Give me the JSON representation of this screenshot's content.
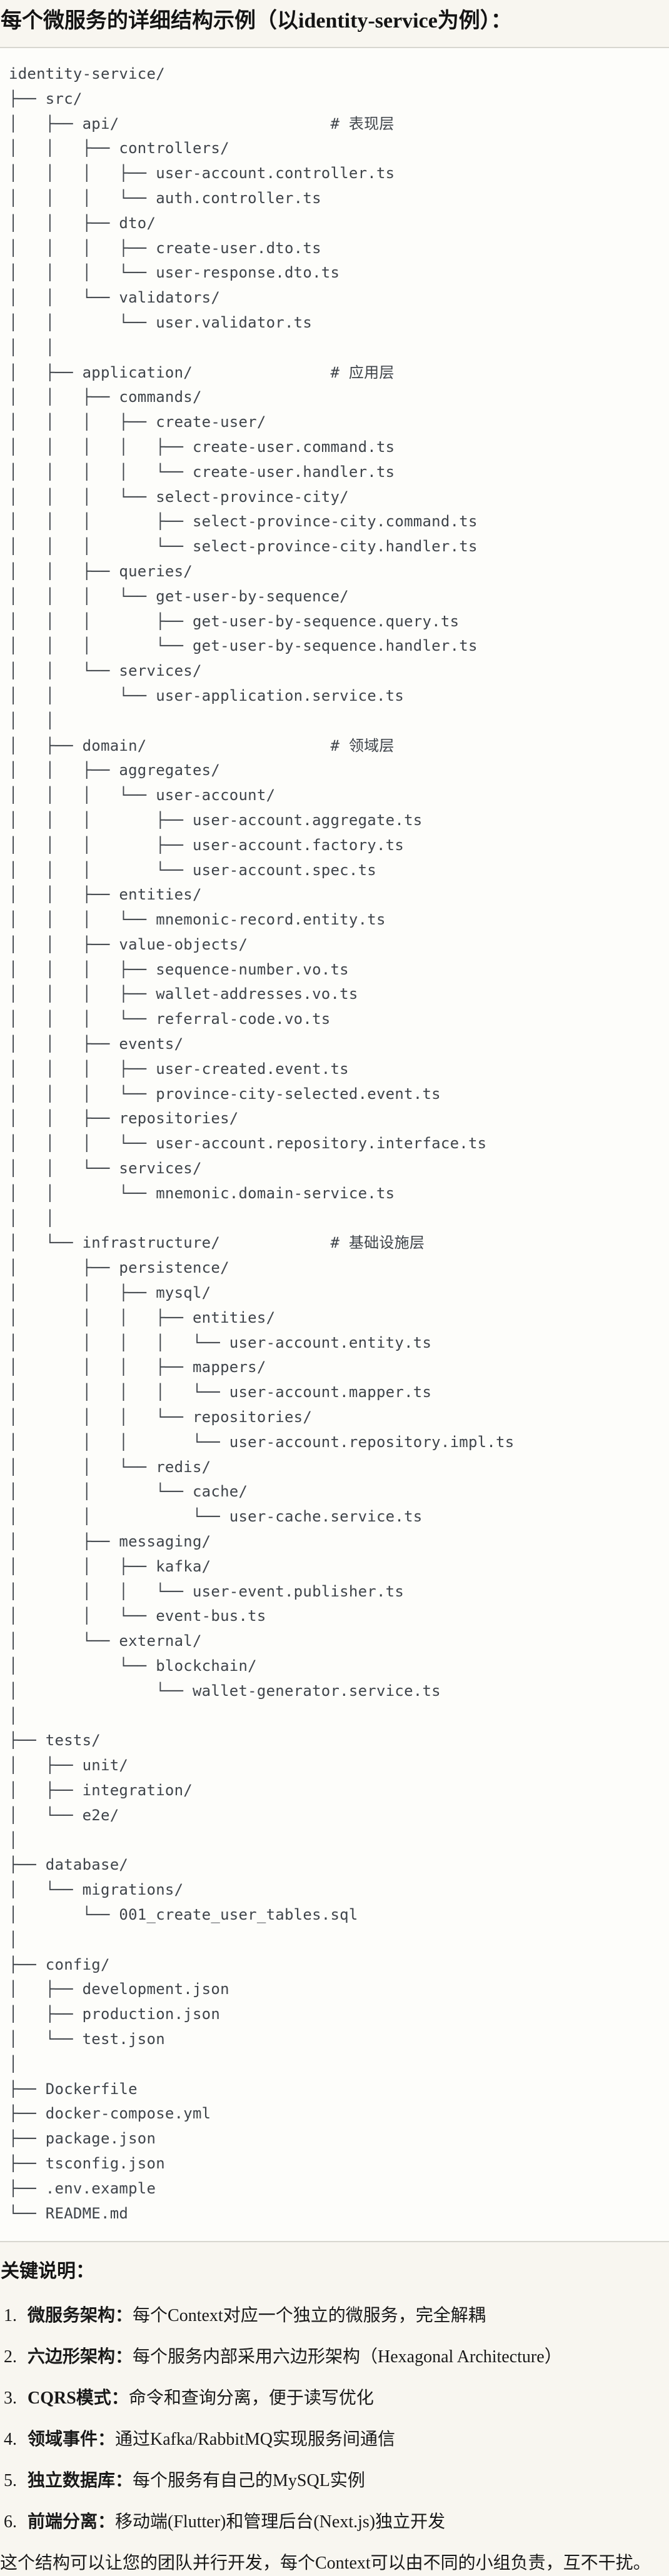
{
  "page": {
    "title": "每个微服务的详细结构示例（以identity-service为例）："
  },
  "tree": {
    "lines": [
      "identity-service/",
      "├── src/",
      "│   ├── api/                       # 表现层",
      "│   │   ├── controllers/",
      "│   │   │   ├── user-account.controller.ts",
      "│   │   │   └── auth.controller.ts",
      "│   │   ├── dto/",
      "│   │   │   ├── create-user.dto.ts",
      "│   │   │   └── user-response.dto.ts",
      "│   │   └── validators/",
      "│   │       └── user.validator.ts",
      "│   │",
      "│   ├── application/               # 应用层",
      "│   │   ├── commands/",
      "│   │   │   ├── create-user/",
      "│   │   │   │   ├── create-user.command.ts",
      "│   │   │   │   └── create-user.handler.ts",
      "│   │   │   └── select-province-city/",
      "│   │   │       ├── select-province-city.command.ts",
      "│   │   │       └── select-province-city.handler.ts",
      "│   │   ├── queries/",
      "│   │   │   └── get-user-by-sequence/",
      "│   │   │       ├── get-user-by-sequence.query.ts",
      "│   │   │       └── get-user-by-sequence.handler.ts",
      "│   │   └── services/",
      "│   │       └── user-application.service.ts",
      "│   │",
      "│   ├── domain/                    # 领域层",
      "│   │   ├── aggregates/",
      "│   │   │   └── user-account/",
      "│   │   │       ├── user-account.aggregate.ts",
      "│   │   │       ├── user-account.factory.ts",
      "│   │   │       └── user-account.spec.ts",
      "│   │   ├── entities/",
      "│   │   │   └── mnemonic-record.entity.ts",
      "│   │   ├── value-objects/",
      "│   │   │   ├── sequence-number.vo.ts",
      "│   │   │   ├── wallet-addresses.vo.ts",
      "│   │   │   └── referral-code.vo.ts",
      "│   │   ├── events/",
      "│   │   │   ├── user-created.event.ts",
      "│   │   │   └── province-city-selected.event.ts",
      "│   │   ├── repositories/",
      "│   │   │   └── user-account.repository.interface.ts",
      "│   │   └── services/",
      "│   │       └── mnemonic.domain-service.ts",
      "│   │",
      "│   └── infrastructure/            # 基础设施层",
      "│       ├── persistence/",
      "│       │   ├── mysql/",
      "│       │   │   ├── entities/",
      "│       │   │   │   └── user-account.entity.ts",
      "│       │   │   ├── mappers/",
      "│       │   │   │   └── user-account.mapper.ts",
      "│       │   │   └── repositories/",
      "│       │   │       └── user-account.repository.impl.ts",
      "│       │   └── redis/",
      "│       │       └── cache/",
      "│       │           └── user-cache.service.ts",
      "│       ├── messaging/",
      "│       │   ├── kafka/",
      "│       │   │   └── user-event.publisher.ts",
      "│       │   └── event-bus.ts",
      "│       └── external/",
      "│           └── blockchain/",
      "│               └── wallet-generator.service.ts",
      "│",
      "├── tests/",
      "│   ├── unit/",
      "│   ├── integration/",
      "│   └── e2e/",
      "│",
      "├── database/",
      "│   └── migrations/",
      "│       └── 001_create_user_tables.sql",
      "│",
      "├── config/",
      "│   ├── development.json",
      "│   ├── production.json",
      "│   └── test.json",
      "│",
      "├── Dockerfile",
      "├── docker-compose.yml",
      "├── package.json",
      "├── tsconfig.json",
      "├── .env.example",
      "└── README.md"
    ]
  },
  "notes": {
    "heading": "关键说明：",
    "items": [
      {
        "num": "1.",
        "term": "微服务架构",
        "colon": "：",
        "desc": "每个Context对应一个独立的微服务，完全解耦"
      },
      {
        "num": "2.",
        "term": "六边形架构",
        "colon": "：",
        "desc": "每个服务内部采用六边形架构（Hexagonal Architecture）"
      },
      {
        "num": "3.",
        "term": "CQRS模式",
        "colon": "：",
        "desc": "命令和查询分离，便于读写优化"
      },
      {
        "num": "4.",
        "term": "领域事件",
        "colon": "：",
        "desc": "通过Kafka/RabbitMQ实现服务间通信"
      },
      {
        "num": "5.",
        "term": "独立数据库",
        "colon": "：",
        "desc": "每个服务有自己的MySQL实例"
      },
      {
        "num": "6.",
        "term": "前端分离",
        "colon": "：",
        "desc": "移动端(Flutter)和管理后台(Next.js)独立开发"
      }
    ],
    "footer": "这个结构可以让您的团队并行开发，每个Context可以由不同的小组负责，互不干扰。"
  },
  "colors": {
    "page_bg": "#f8f6f0",
    "code_bg": "#fdfdfa",
    "code_border": "#d8d7d0",
    "code_text": "#3f444a",
    "heading_text": "#141414",
    "body_text": "#191919"
  }
}
